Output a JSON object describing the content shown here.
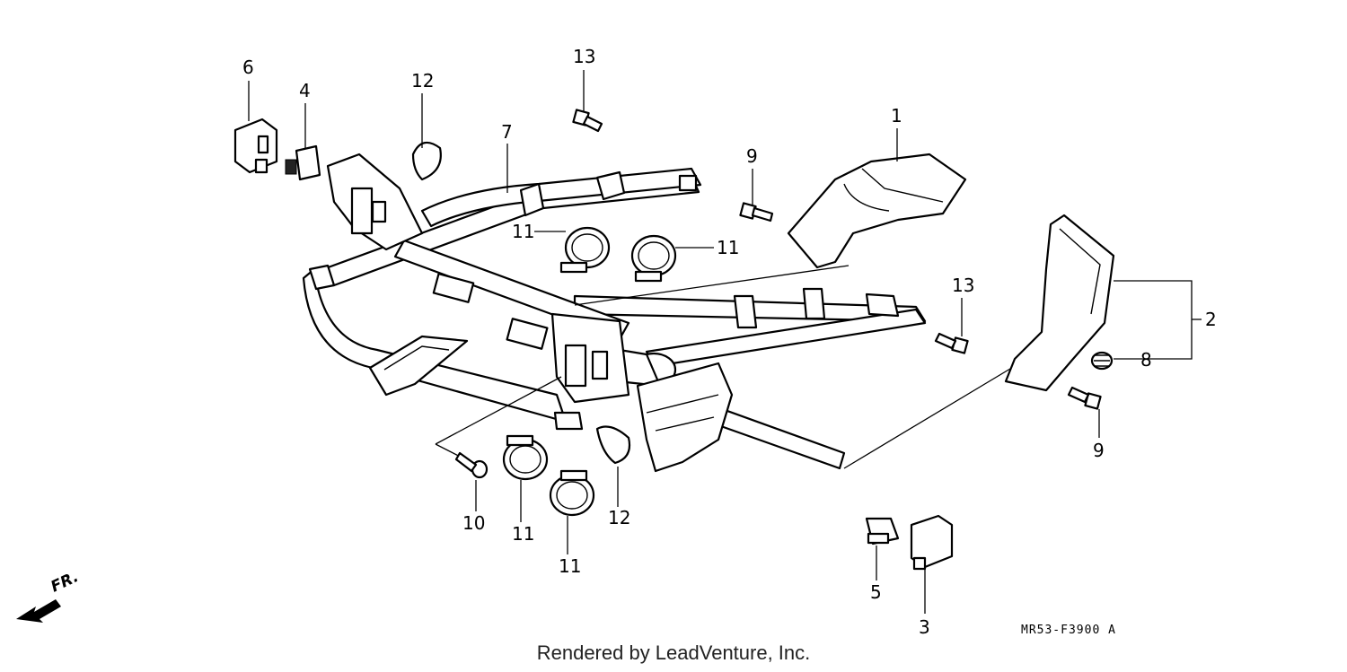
{
  "callouts": {
    "c1": "1",
    "c2": "2",
    "c3": "3",
    "c4": "4",
    "c5": "5",
    "c6": "6",
    "c7": "7",
    "c8": "8",
    "c9a": "9",
    "c9b": "9",
    "c10": "10",
    "c11a": "11",
    "c11b": "11",
    "c11c": "11",
    "c11d": "11",
    "c12a": "12",
    "c12b": "12",
    "c13a": "13",
    "c13b": "13"
  },
  "diagram_code": "MR53-F3900 A",
  "direction_label": "FR.",
  "credit": "Rendered by LeadVenture, Inc."
}
